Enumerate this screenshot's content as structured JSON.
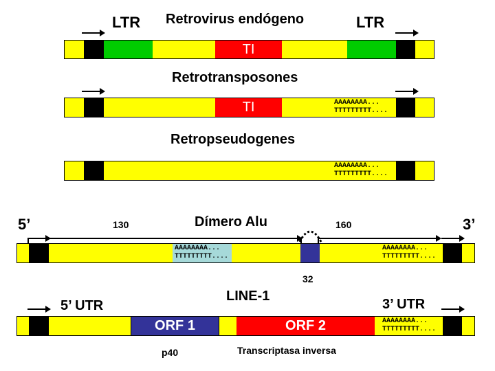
{
  "labels": {
    "ltr_left": "LTR",
    "ltr_right": "LTR",
    "retrovirus_title": "Retrovirus endógeno",
    "retrotransposones_title": "Retrotransposones",
    "retropseudogenes_title": "Retropseudogenes",
    "alu_title": "Dímero Alu",
    "five_prime": "5’",
    "three_prime": "3’",
    "alu_left_length": "130",
    "alu_right_length": "160",
    "alu_gap_length": "32",
    "line1_title": "LINE-1",
    "utr5": "5’ UTR",
    "utr3": "3’ UTR",
    "p40": "p40",
    "transcriptasa": "Transcriptasa inversa"
  },
  "elements": {
    "ti_1": "TI",
    "ti_2": "TI",
    "orf1": "ORF 1",
    "orf2": "ORF 2"
  },
  "polya": {
    "a": "AAAAAAAA...",
    "t": "TTTTTTTTT...."
  },
  "colors": {
    "backbone": "#ffff00",
    "ltr": "#00cc00",
    "ti": "#ff0000",
    "end_block": "#000000",
    "alu_polya_box": "#a6d9d9",
    "spacer": "#333399",
    "orf1": "#333399",
    "orf2": "#ff0000"
  }
}
